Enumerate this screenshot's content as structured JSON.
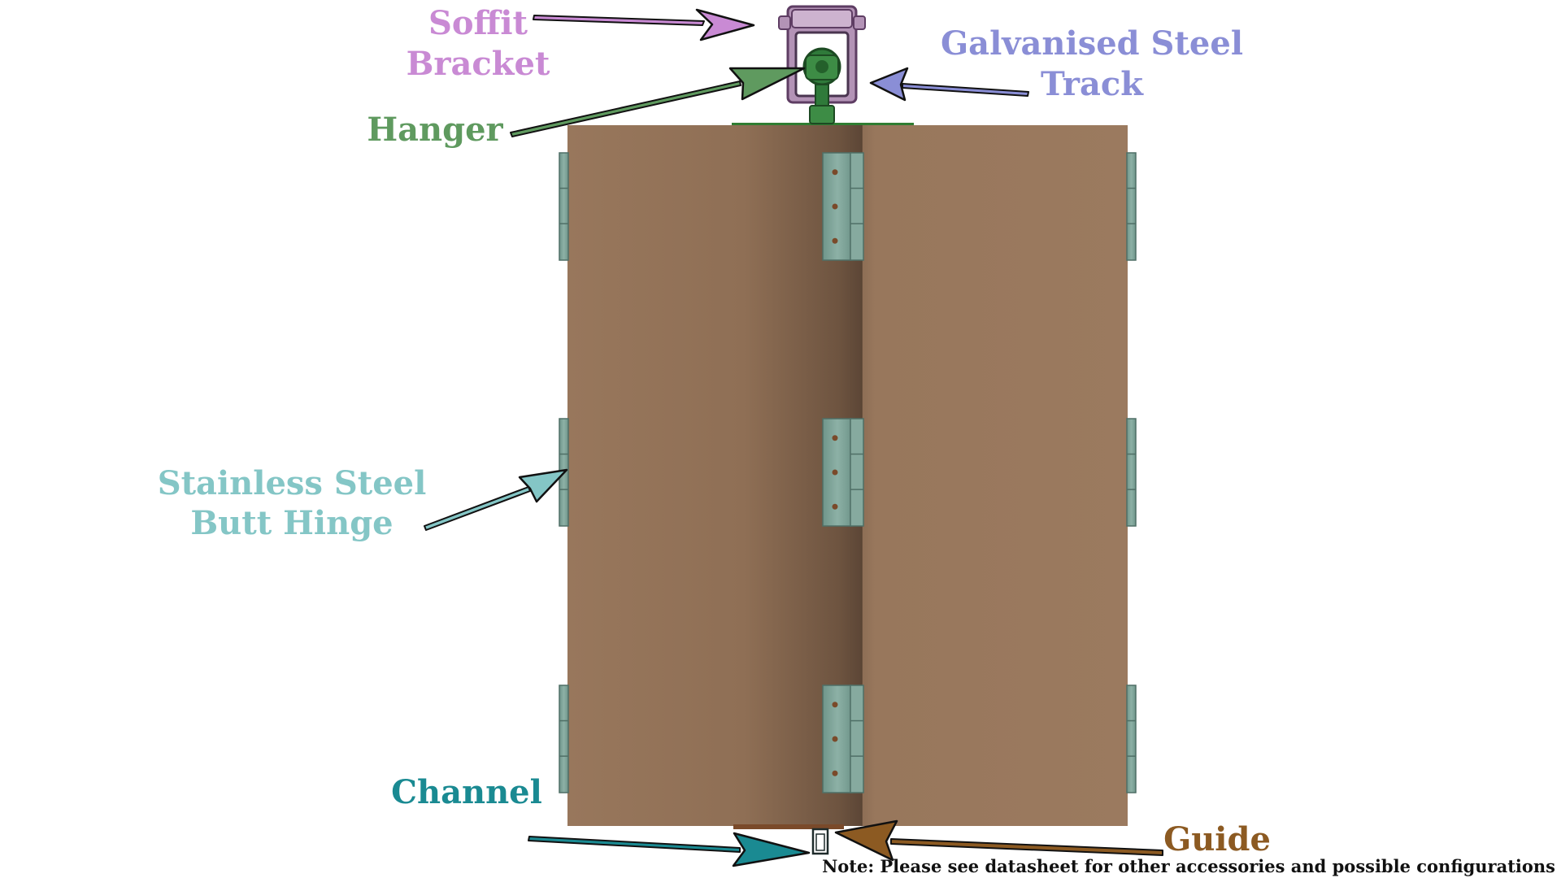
{
  "labels": {
    "soffit_bracket": [
      "Soffit",
      "Bracket"
    ],
    "galvanised_track": [
      "Galvanised Steel",
      "Track"
    ],
    "hanger": "Hanger",
    "butt_hinge": [
      "Stainless Steel",
      "Butt Hinge"
    ],
    "channel": "Channel",
    "guide": "Guide"
  },
  "note": "Note: Please see datasheet for other accessories and possible configurations",
  "colors": {
    "soffit_bracket": "#c98ad4",
    "galvanised_track": "#8a8ed6",
    "hanger": "#5f9a5f",
    "butt_hinge": "#84c6c6",
    "channel": "#1a8a92",
    "guide": "#8c5a22",
    "door_panel": "#98775c",
    "hinge_metal": "#7fa397"
  }
}
